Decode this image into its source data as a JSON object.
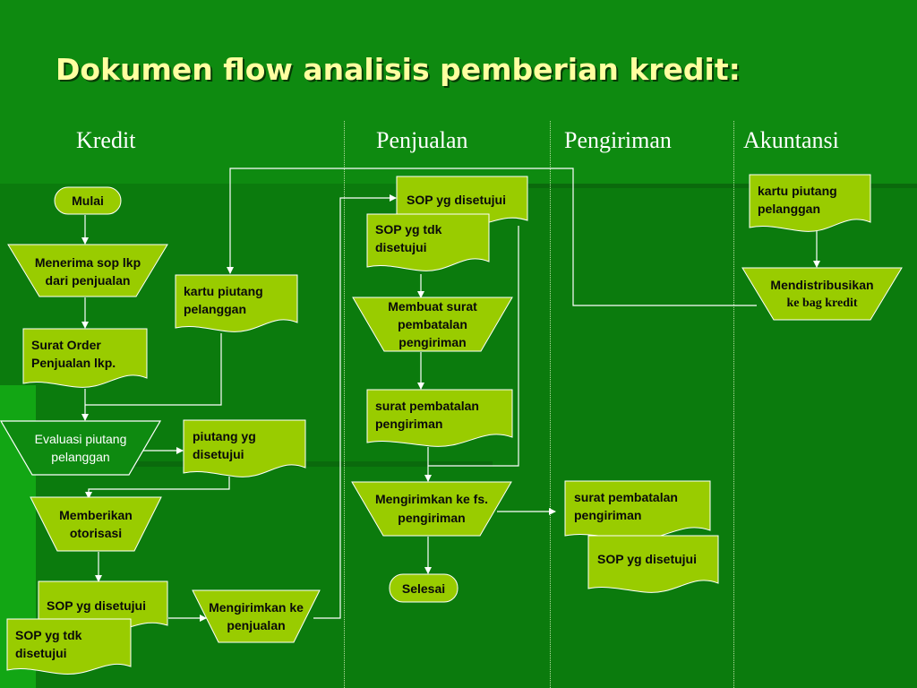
{
  "title": "Dokumen flow analisis pemberian kredit:",
  "lanes": [
    "Kredit",
    "Penjualan",
    "Pengiriman",
    "Akuntansi"
  ],
  "nodes": {
    "mulai": "Mulai",
    "menerima": [
      "Menerima sop lkp",
      "dari penjualan"
    ],
    "surat_order": [
      "Surat Order",
      "Penjualan lkp."
    ],
    "kartu_piutang_kredit": [
      "kartu piutang",
      "pelanggan"
    ],
    "evaluasi": [
      "Evaluasi piutang",
      "pelanggan"
    ],
    "piutang_disetujui": [
      "piutang yg",
      "disetujui"
    ],
    "memberikan": [
      "Memberikan",
      "otorisasi"
    ],
    "sop_disetujui_kredit": "SOP yg disetujui",
    "sop_tdk_kredit": [
      "SOP yg tdk",
      "disetujui"
    ],
    "mengirimkan_penjualan": [
      "Mengirimkan ke",
      "penjualan"
    ],
    "sop_disetujui_penjualan": "SOP yg disetujui",
    "sop_tdk_penjualan": [
      "SOP yg tdk",
      "disetujui"
    ],
    "membuat_surat": [
      "Membuat surat",
      "pembatalan",
      "pengiriman"
    ],
    "surat_pembatalan_penjualan": [
      "surat pembatalan",
      "pengiriman"
    ],
    "mengirimkan_fs": [
      "Mengirimkan ke fs.",
      "pengiriman"
    ],
    "selesai": "Selesai",
    "surat_pembatalan_pengiriman": [
      "surat pembatalan",
      "pengiriman"
    ],
    "sop_disetujui_pengiriman": "SOP yg disetujui",
    "kartu_piutang_akuntansi": [
      "kartu piutang",
      "pelanggan"
    ],
    "mendistribusikan": [
      "Mendistribusikan",
      "ke bag kredit"
    ]
  },
  "colors": {
    "background": "#0e8a10",
    "shape_fill": "#99cc00",
    "title": "#ffffa0",
    "connector": "#ffffff"
  }
}
